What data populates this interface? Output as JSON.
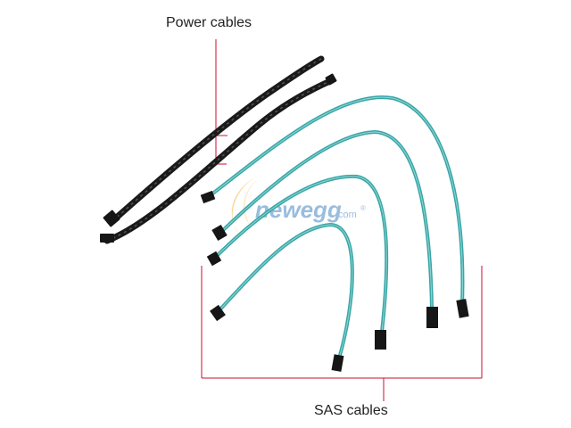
{
  "labels": {
    "power": "Power cables",
    "sas": "SAS cables"
  },
  "watermark": {
    "brand": "newegg",
    "suffix": ".com",
    "mark": "®"
  },
  "colors": {
    "annotation_line": "#c8102e",
    "power_cable": "#1a1a1a",
    "sas_cable": "#3aa6a6",
    "sas_cable_highlight": "#8fd6d6",
    "connector": "#161616",
    "watermark_orange": "#f5a623",
    "watermark_blue": "#1f6fb5"
  },
  "icons": {
    "watermark": "newegg-logo-icon"
  }
}
